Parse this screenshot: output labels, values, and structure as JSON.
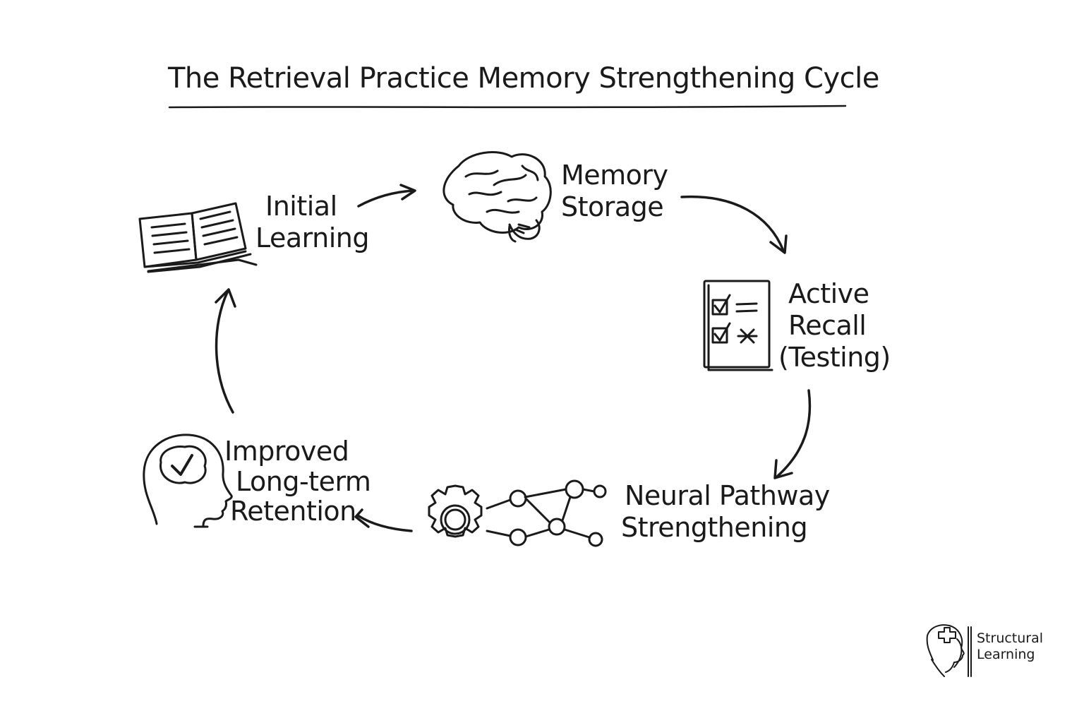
{
  "title": "The Retrieval Practice Memory Strengthening Cycle",
  "stages": {
    "initial_learning": {
      "line1": "Initial",
      "line2": "Learning",
      "icon": "open-book-icon"
    },
    "memory_storage": {
      "line1": "Memory",
      "line2": "Storage",
      "icon": "brain-icon"
    },
    "active_recall": {
      "line1": "Active",
      "line2": "Recall",
      "line3": "(Testing)",
      "icon": "checklist-icon"
    },
    "neural_pathway": {
      "line1": "Neural Pathway",
      "line2": "Strengthening",
      "icon": "gear-network-icon"
    },
    "retention": {
      "line1": "Improved",
      "line2": "Long-term",
      "line3": "Retention",
      "icon": "head-check-icon"
    }
  },
  "brand": {
    "line1": "Structural",
    "line2": "Learning",
    "icon": "head-puzzle-logo-icon"
  },
  "colors": {
    "ink": "#1a1a1a",
    "background": "#ffffff"
  }
}
